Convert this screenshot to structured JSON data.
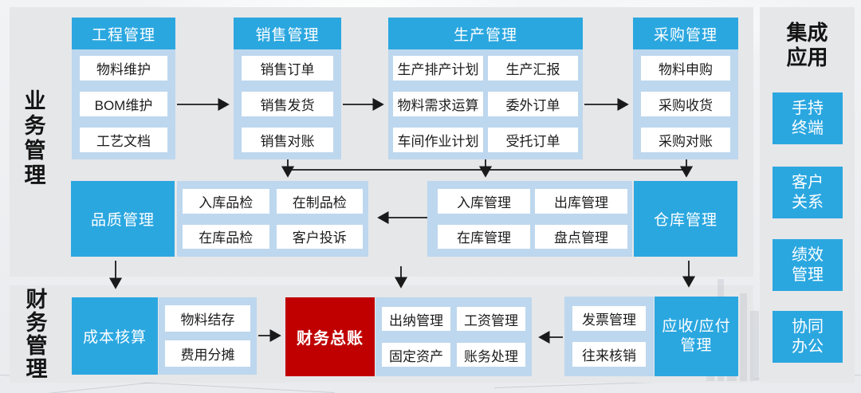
{
  "sections": {
    "business_label": "业\n务\n管\n理",
    "finance_label": "财\n务\n管\n理"
  },
  "top_groups": [
    {
      "header": "工程管理",
      "items": [
        "物料维护",
        "BOM维护",
        "工艺文档"
      ]
    },
    {
      "header": "销售管理",
      "items": [
        "销售订单",
        "销售发货",
        "销售对账"
      ]
    },
    {
      "header": "生产管理",
      "items": [
        "生产排产计划",
        "生产汇报",
        "物料需求运算",
        "委外订单",
        "车间作业计划",
        "受托订单"
      ]
    },
    {
      "header": "采购管理",
      "items": [
        "物料申购",
        "采购收货",
        "采购对账"
      ]
    }
  ],
  "middle": {
    "quality": {
      "title": "品质管理",
      "items": [
        "入库品检",
        "在制品检",
        "在库品检",
        "客户投诉"
      ]
    },
    "warehouse": {
      "title": "仓库管理",
      "items": [
        "入库管理",
        "出库管理",
        "在库管理",
        "盘点管理"
      ]
    }
  },
  "finance": {
    "cost": {
      "title": "成本核算",
      "items": [
        "物料结存",
        "费用分摊"
      ]
    },
    "ledger": {
      "title": "财务总账"
    },
    "cashier_items": [
      "出纳管理",
      "工资管理",
      "固定资产",
      "账务处理"
    ],
    "invoice_items": [
      "发票管理",
      "往来核销"
    ],
    "arap_title": "应收/应付\n管理"
  },
  "integration": {
    "title": "集成\n应用",
    "apps": [
      "手持\n终端",
      "客户\n关系",
      "绩效\n管理",
      "协同\n办公"
    ]
  },
  "colors": {
    "accent_blue": "#2BA7E0",
    "container_blue": "#BDD7EE",
    "ledger_red": "#C00000",
    "panel_gray": "#E6E7E9"
  }
}
